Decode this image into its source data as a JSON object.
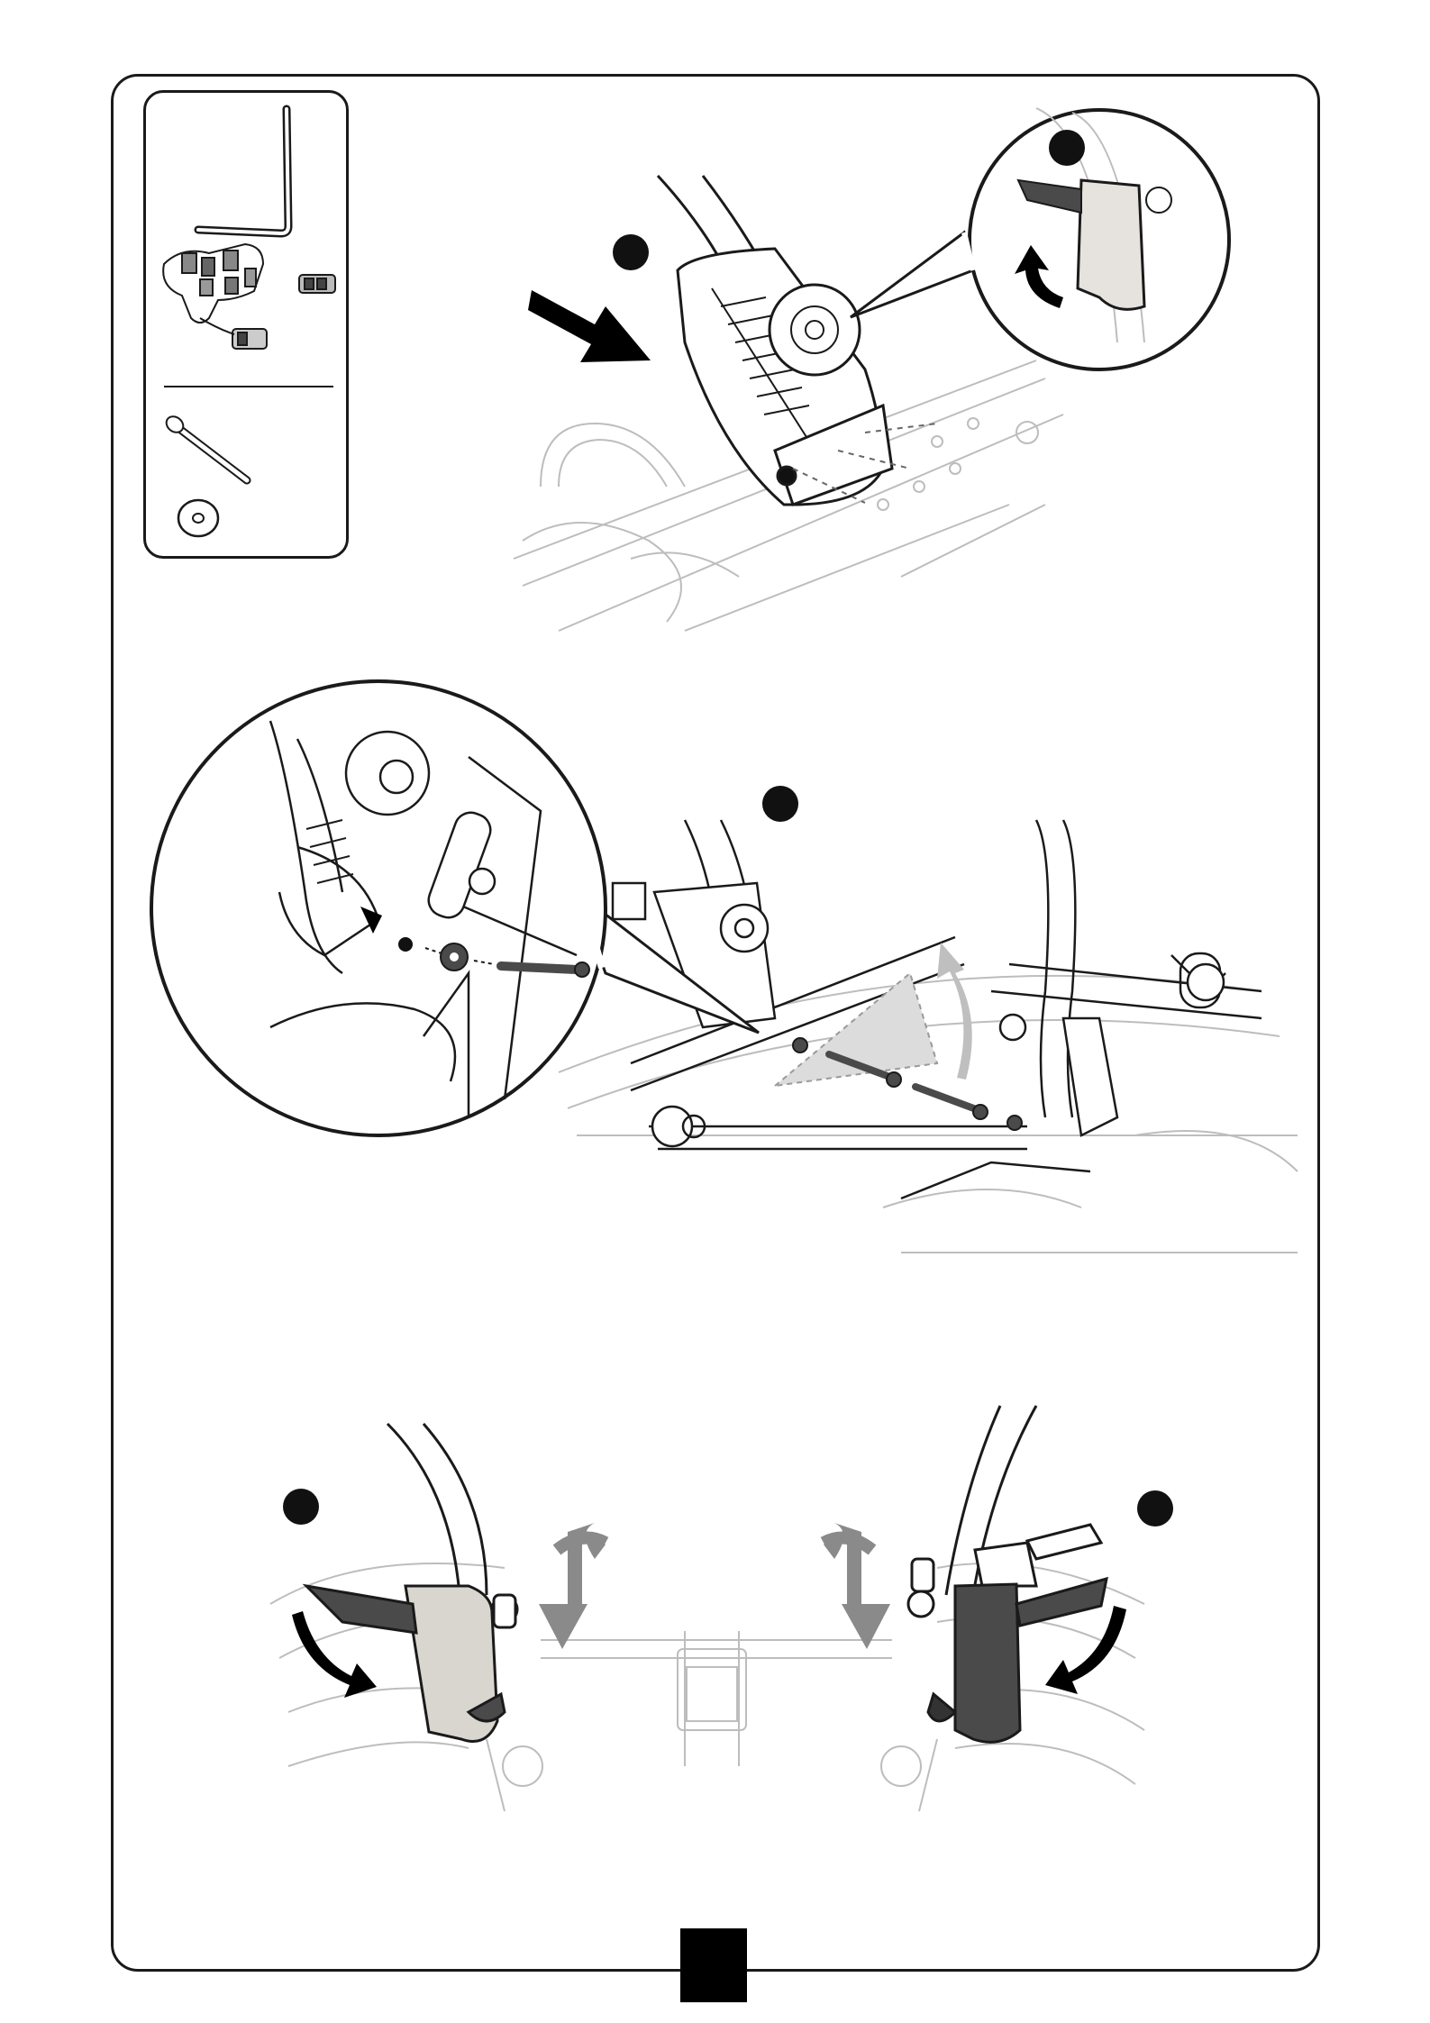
{
  "document": {
    "type": "assembly-instructions-page",
    "colors": {
      "line": "#1a1a1a",
      "light_line": "#bdbdbd",
      "dark_part": "#4a4a4a",
      "light_part": "#d9d6d0",
      "arrow_gray": "#7a7a7a"
    },
    "parts_box": {
      "icons": [
        "hex-key-icon",
        "seat-adapter-part-icon",
        "bolt-icon",
        "washer-icon"
      ]
    },
    "steps": [
      {
        "marker": "step-1-marker"
      },
      {
        "marker": "step-1-detail-marker"
      },
      {
        "marker": "step-2-marker"
      },
      {
        "marker": "step-3-left-marker"
      },
      {
        "marker": "step-3-right-marker"
      }
    ]
  }
}
